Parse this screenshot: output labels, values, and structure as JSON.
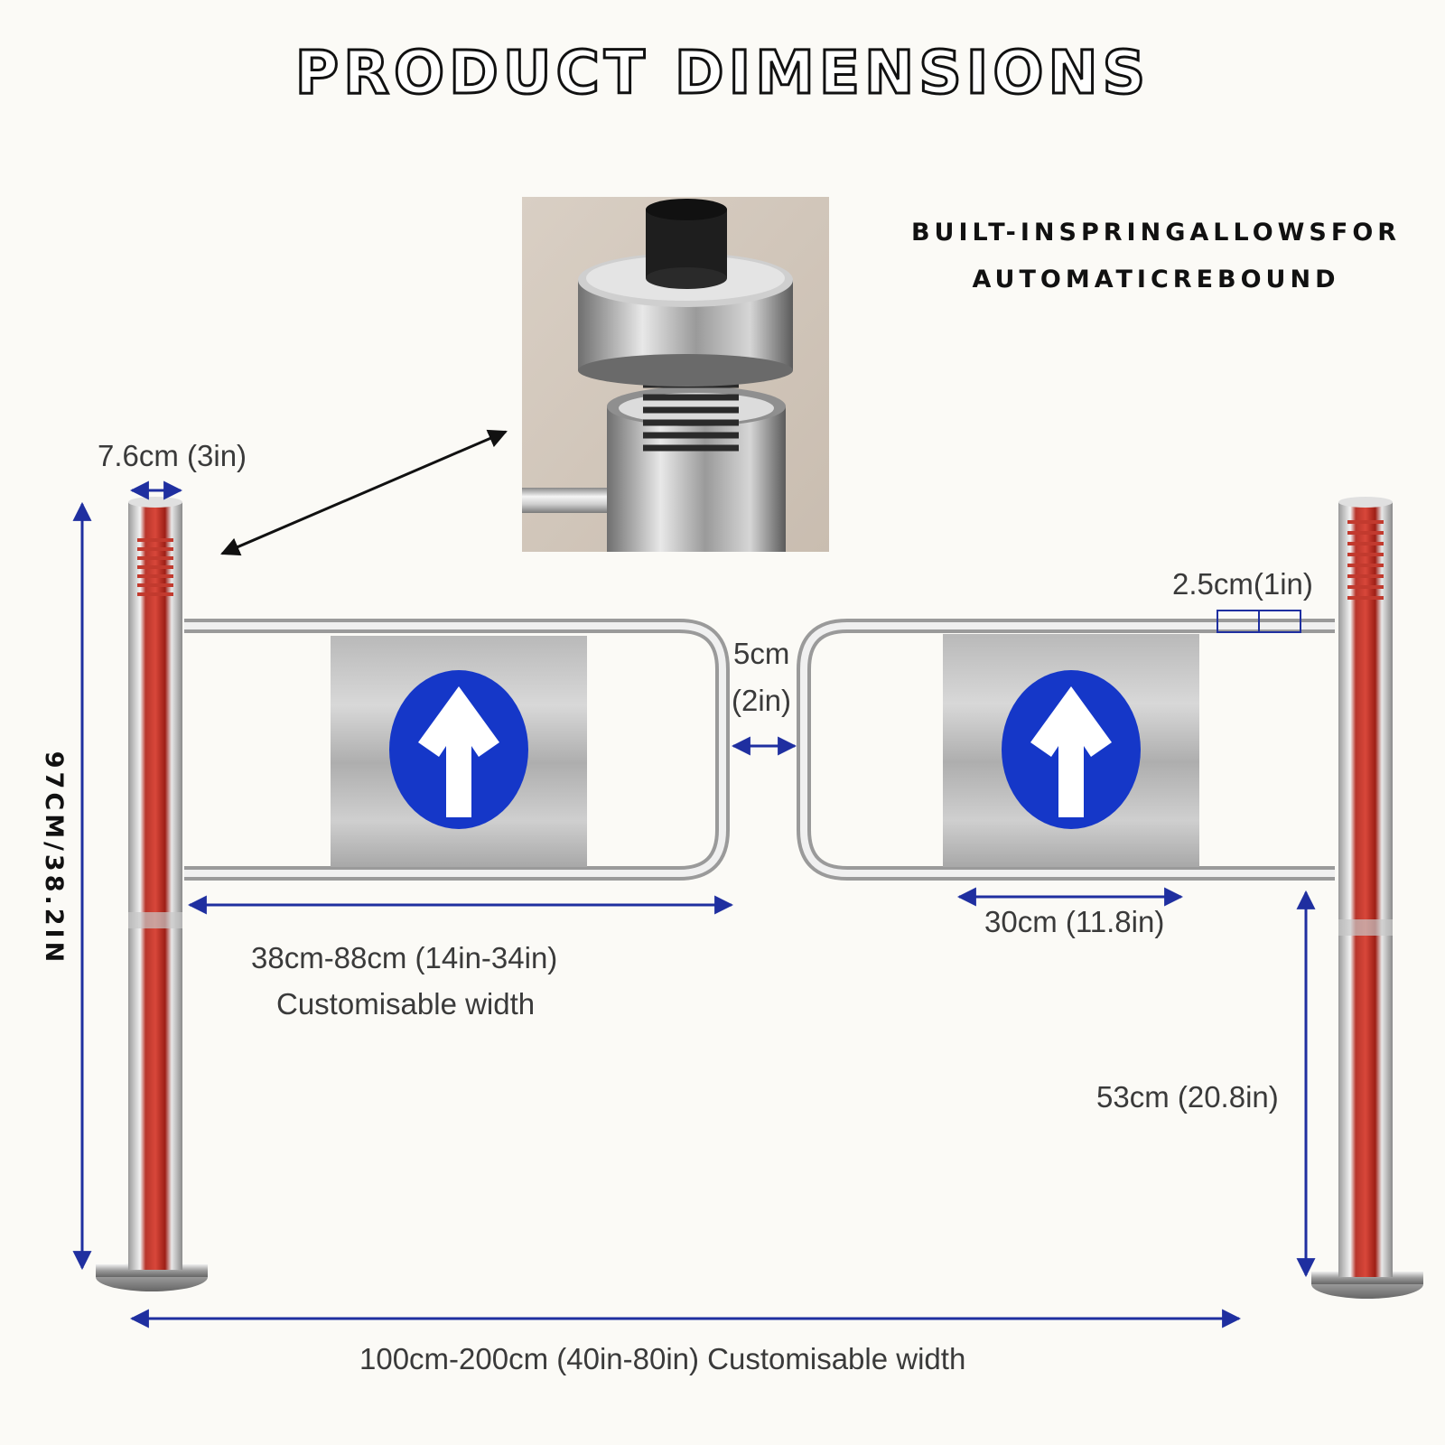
{
  "title": "PRODUCT DIMENSIONS",
  "spring_note": {
    "line1": "BUILT-INSPRINGALLOWSFOR",
    "line2": "AUTOMATICREBOUND"
  },
  "dimensions": {
    "post_diameter": "7.6cm (3in)",
    "height": "97CM/38.2IN",
    "gap_line1": "5cm",
    "gap_line2": "(2in)",
    "tube_diameter": "2.5cm(1in)",
    "gate_width_line1": "38cm-88cm (14in-34in)",
    "gate_width_line2": "Customisable width",
    "sign_width": "30cm (11.8in)",
    "bottom_clearance": "53cm (20.8in)",
    "total_width": "100cm-200cm (40in-80in) Customisable width"
  },
  "colors": {
    "dimension_arrow": "#1f2fa0",
    "sign_blue": "#1537c8",
    "post_red": "#b4281e",
    "steel": "#c8c8c8"
  }
}
